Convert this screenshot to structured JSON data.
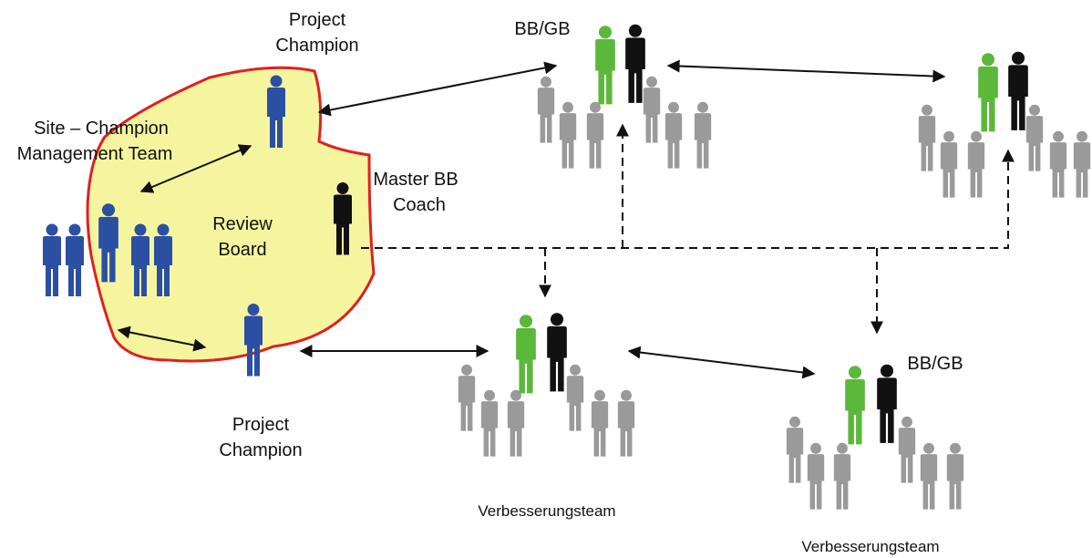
{
  "labels": {
    "project_champion_top_1": "Project",
    "project_champion_top_2": "Champion",
    "site_champion_1": "Site – Champion",
    "site_champion_2": "Management Team",
    "review_board_1": "Review",
    "review_board_2": "Board",
    "master_bb_1": "Master BB",
    "master_bb_2": "Coach",
    "project_champion_bottom_1": "Project",
    "project_champion_bottom_2": "Champion",
    "bbgb_top": "BB/GB",
    "bbgb_right": "BB/GB",
    "team_center": "Verbesserungsteam",
    "team_right": "Verbesserungsteam"
  },
  "colors": {
    "blob_fill": "#f5f5a0",
    "blob_stroke": "#e02020",
    "champion_blue": "#2b4fa3",
    "belt_green": "#5cb83a",
    "master_black": "#111111",
    "member_gray": "#9a9a9a"
  },
  "icons": [
    "person-icon"
  ]
}
